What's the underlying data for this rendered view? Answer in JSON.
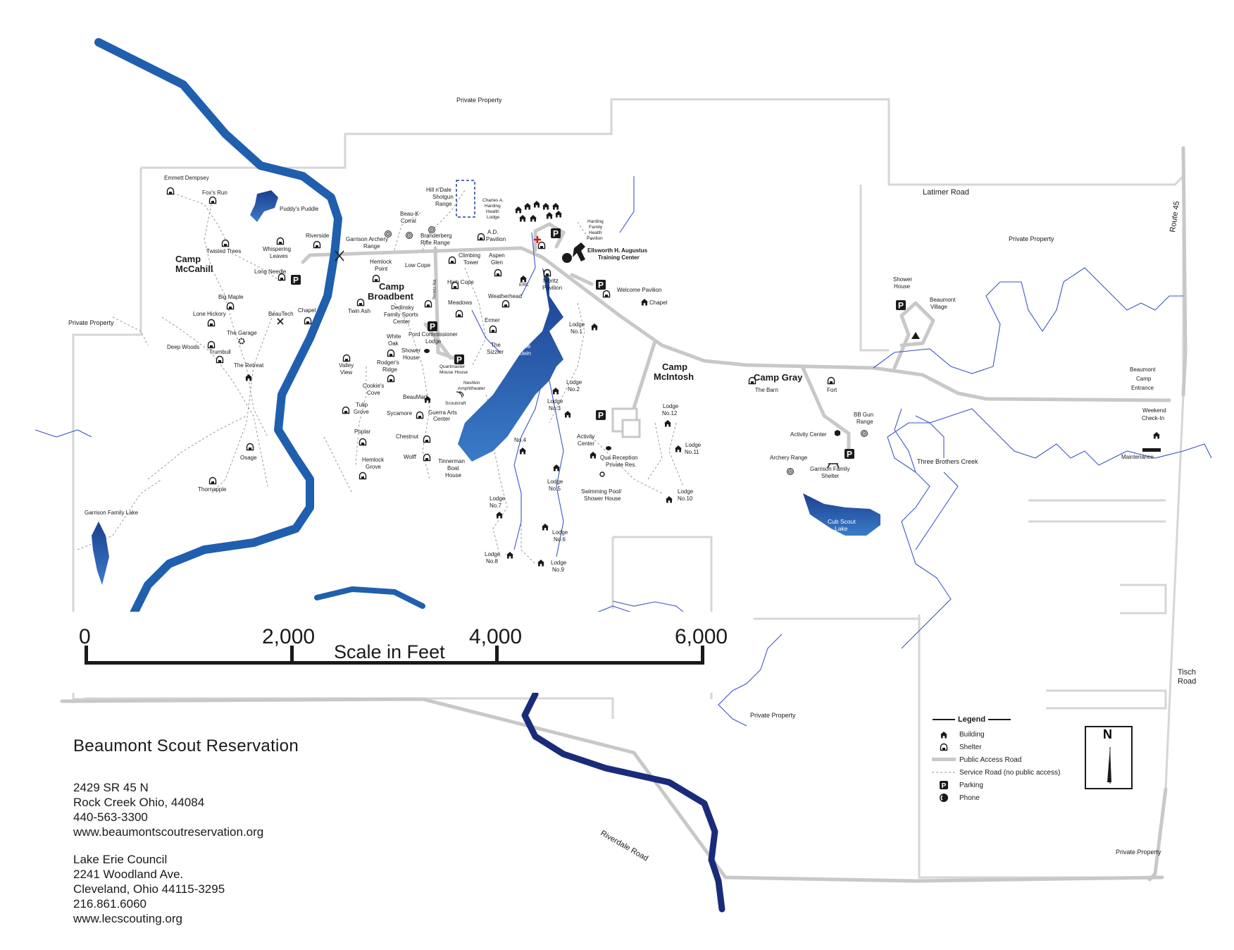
{
  "title": "Beaumont Scout Reservation",
  "address": [
    "2429 SR 45 N",
    "Rock Creek Ohio, 44084",
    "440-563-3300",
    "www.beaumontscoutreservation.org"
  ],
  "council": [
    "Lake Erie Council",
    "2241 Woodland Ave.",
    "Cleveland, Ohio  44115-3295",
    "216.861.6060",
    "www.lecscouting.org"
  ],
  "scale": {
    "ticks": [
      "0",
      "2,000",
      "4,000",
      "6,000"
    ],
    "title": "Scale in Feet"
  },
  "legend": {
    "title": "Legend",
    "items": [
      {
        "icon": "building-icon",
        "label": "Building"
      },
      {
        "icon": "shelter-icon",
        "label": "Shelter"
      },
      {
        "icon": "public-road-line",
        "label": "Public Access Road"
      },
      {
        "icon": "service-road-line",
        "label": "Service Road (no public access)"
      },
      {
        "icon": "parking-icon",
        "label": "Parking"
      },
      {
        "icon": "phone-icon",
        "label": "Phone"
      }
    ]
  },
  "north": {
    "label": "N"
  },
  "colors": {
    "water": "#1f5fae",
    "road": "#c8c8c8",
    "boundary": "#d6d6d6",
    "creek": "#3b56c8",
    "text": "#1a1a1a"
  },
  "roads": {
    "latimer": "Latimer Road",
    "route45": "Route 45",
    "tisch": "Tisch Road",
    "riverdale": "Riverdale Road"
  },
  "property": {
    "label": "Private Property"
  },
  "camps": {
    "mccahill": [
      "Camp",
      "McCahill"
    ],
    "broadbent": [
      "Camp",
      "Broadbent"
    ],
    "mcintosh": [
      "Camp",
      "McIntosh"
    ],
    "gray": "Camp Gray"
  },
  "water": {
    "klein": [
      "Lake",
      "Klein"
    ],
    "cub": [
      "Cub Scout",
      "Lake"
    ],
    "garrison": "Garrison Family Lake",
    "puddy": "Puddy's Puddle",
    "creek": "Three Brothers Creek"
  },
  "places": {
    "emmett": "Emmett Dempsey",
    "foxs": "Fox's Run",
    "twisted": "Twisted Trees",
    "whispering": [
      "Whispering",
      "Leaves"
    ],
    "riverside": "Riverside",
    "longneedle": "Long Needle",
    "bigmaple": "Big Maple",
    "lonehickory": "Lone Hickory",
    "beautech": "BeauTech",
    "chapel1": "Chapel",
    "garage": "The Garage",
    "deepwoods": "Deep Woods",
    "trumbull": "Trumbull",
    "retreat": "The Retreat",
    "osage": "Osage",
    "thornapple": "Thornapple",
    "archery1": [
      "Garrison Archery",
      "Range"
    ],
    "beauk": [
      "Beau-K",
      "Corral"
    ],
    "hillndale": [
      "Hill n'Dale",
      "Shotgun",
      "Range"
    ],
    "branderberg": [
      "Branderberg",
      "Rifle Range"
    ],
    "lowcope": "Low Cope",
    "hemlockpt": [
      "Hemlock",
      "Point"
    ],
    "twinash": "Twin Ash",
    "dedinsky": [
      "Dedinsky",
      "Family Sports",
      "Center"
    ],
    "climbing": [
      "Climbing",
      "Tower"
    ],
    "aspen": [
      "Aspen",
      "Glen"
    ],
    "highcope": "High Cope",
    "meadows": "Meadows",
    "ford": [
      "Ford Commissioner",
      "Lodge"
    ],
    "whiteoak": [
      "White",
      "Oak"
    ],
    "shower1": [
      "Shower",
      "House"
    ],
    "rodgers": [
      "Rodger's",
      "Ridge"
    ],
    "valley": [
      "Valley",
      "View"
    ],
    "cookies": [
      "Cookie's",
      "Cove"
    ],
    "tulip": [
      "Tulip",
      "Grove"
    ],
    "sycamore": "Sycamore",
    "beaumart": "BeauMart",
    "guerra": [
      "Guerra Arts",
      "Center"
    ],
    "scoutcraft": "Scoutcraft",
    "quartermaster": [
      "Quartmaster",
      "Mouse House"
    ],
    "neshkin": [
      "Neshkin",
      "Amphitheater"
    ],
    "poplar": "Poplar",
    "chestnut": "Chestnut",
    "wolff": "Wolff",
    "hemlockgr": [
      "Hemlock",
      "Grove"
    ],
    "tinnerman": [
      "Tinnerman",
      "Boat",
      "House"
    ],
    "swartz": "Swartz Rd.",
    "apav": [
      "A.D.",
      "Pavilion"
    ],
    "erc": "ERC",
    "weatherhead": "Weatherhead",
    "ermer": "Ermer",
    "sizzler": [
      "The",
      "Sizzler"
    ],
    "harding": [
      "Charles A.",
      "Harding",
      "Health",
      "Lodge"
    ],
    "hardingpav": [
      "Harding",
      "Family",
      "Health",
      "Pavilion"
    ],
    "ellsworth": [
      "Ellsworth H. Augustus",
      "Training Center"
    ],
    "moritz": [
      "Moritz",
      "Pavilion"
    ],
    "welcome": "Welcome Pavilion",
    "chapel2": "Chapel",
    "lodge1": [
      "Lodge",
      "No.1"
    ],
    "lodge2": [
      "Lodge",
      "No.2"
    ],
    "lodge3": [
      "Lodge",
      "No.3"
    ],
    "lodge4": "No.4",
    "lodge5": [
      "Lodge",
      "No.5"
    ],
    "lodge6": [
      "Lodge",
      "No.6"
    ],
    "lodge7": [
      "Lodge",
      "No.7"
    ],
    "lodge8": [
      "Lodge",
      "No.8"
    ],
    "lodge9": [
      "Lodge",
      "No.9"
    ],
    "lodge10": [
      "Lodge",
      "No.10"
    ],
    "lodge11": [
      "Lodge",
      "No.11"
    ],
    "lodge12": [
      "Lodge",
      "No.12"
    ],
    "activity": [
      "Activity",
      "Center"
    ],
    "qua": [
      "Qua Reception",
      "Private Res."
    ],
    "pool": [
      "Swimming Pool/",
      "Shower House"
    ],
    "barn": "The Barn",
    "fort": "Fort",
    "bbgun": [
      "BB Gun",
      "Range"
    ],
    "activity2": "Activity Center",
    "archery2": "Archery Range",
    "garrisonshelter": [
      "Garrison Family",
      "Shelter"
    ],
    "shower2": [
      "Shower",
      "House"
    ],
    "village": [
      "Beaumont",
      "Village"
    ],
    "entrance": [
      "Beaumont",
      "Camp",
      "Entrance"
    ],
    "checkin": [
      "Weekend",
      "Check-In"
    ],
    "maintenance": "Maintenance"
  }
}
